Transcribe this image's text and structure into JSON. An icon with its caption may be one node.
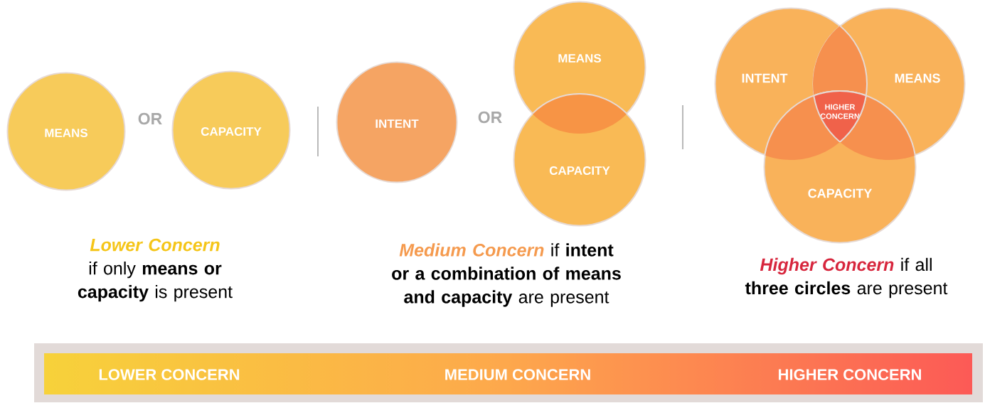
{
  "diagram": {
    "nodes": [
      {
        "text": [
          "MEANS"
        ]
      },
      {
        "text": [
          "CAPACITY"
        ]
      },
      {
        "text": [
          "INTENT"
        ]
      },
      {
        "text": [
          "MEANS"
        ]
      },
      {
        "text": [
          "CAPACITY"
        ]
      },
      {
        "text": [
          "INTENT"
        ]
      },
      {
        "text": [
          "MEANS"
        ]
      },
      {
        "text": [
          "HIGHER CONCERN"
        ]
      },
      {
        "text": [
          "CAPACITY"
        ]
      },
      {
        "text": [
          "LOWER CONCERN",
          "MEDIUM CONCERN",
          "HIGHER CONCERN"
        ]
      }
    ],
    "edges": [],
    "labels": [
      "OR",
      "OR",
      "*Lower Concern* if only **means or capacity** is present",
      "*Medium Concern* if **intent or a combination of means and capacity** are present",
      "*Higher Concern* if all **three circles** are present"
    ]
  }
}
